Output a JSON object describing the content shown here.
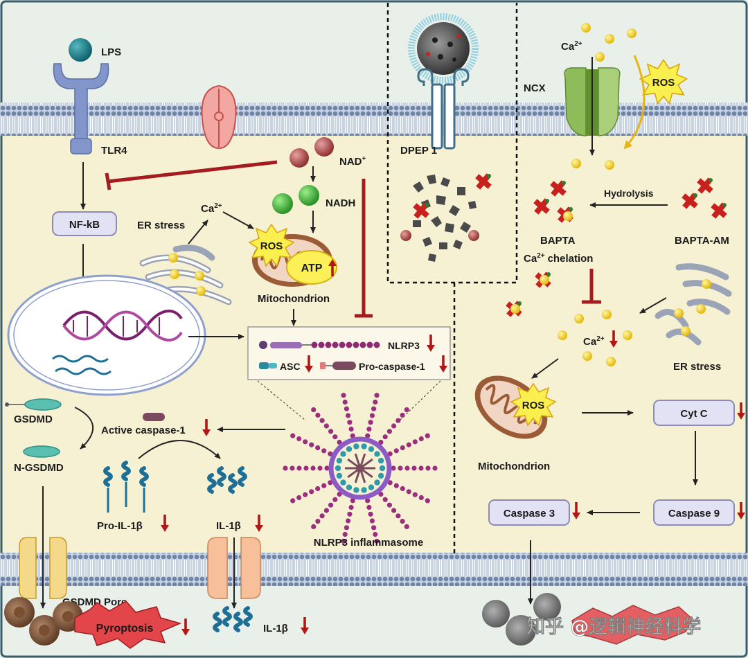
{
  "labels": {
    "lps": "LPS",
    "tlr4": "TLR4",
    "nfkb": "NF-kB",
    "nad": "NAD",
    "nad_sup": "+",
    "nadh": "NADH",
    "ca": "Ca",
    "ca_sup": "2+",
    "er_stress": "ER stress",
    "ros": "ROS",
    "atp": "ATP",
    "mitochondrion": "Mitochondrion",
    "nlrp3": "NLRP3",
    "asc": "ASC",
    "pro_caspase1": "Pro-caspase-1",
    "gsdmd": "GSDMD",
    "active_caspase1": "Active caspase-1",
    "n_gsdmd": "N-GSDMD",
    "pro_il1b": "Pro-IL-1β",
    "il1b": "IL-1β",
    "nlrp3_inflammasome": "NLRP3 inflammasome",
    "gsdmd_pore": "GSDMD Pore",
    "pyroptosis": "Pyroptosis",
    "dpep1": "DPEP 1",
    "ncx": "NCX",
    "hydrolysis": "Hydrolysis",
    "bapta": "BAPTA",
    "bapta_am": "BAPTA-AM",
    "ca_chelation": "chelation",
    "cyt_c": "Cyt C",
    "caspase9": "Caspase 9",
    "caspase3": "Caspase 3"
  },
  "watermark": "知乎 @逻辑神经科学",
  "colors": {
    "cytoplasm": "#f7f1d4",
    "membrane": "#9aa9bd",
    "inhibit": "#a51c20",
    "down_arrow": "#b01818",
    "receptor": "#8296cc",
    "box_fill": "#e2e2f4"
  }
}
